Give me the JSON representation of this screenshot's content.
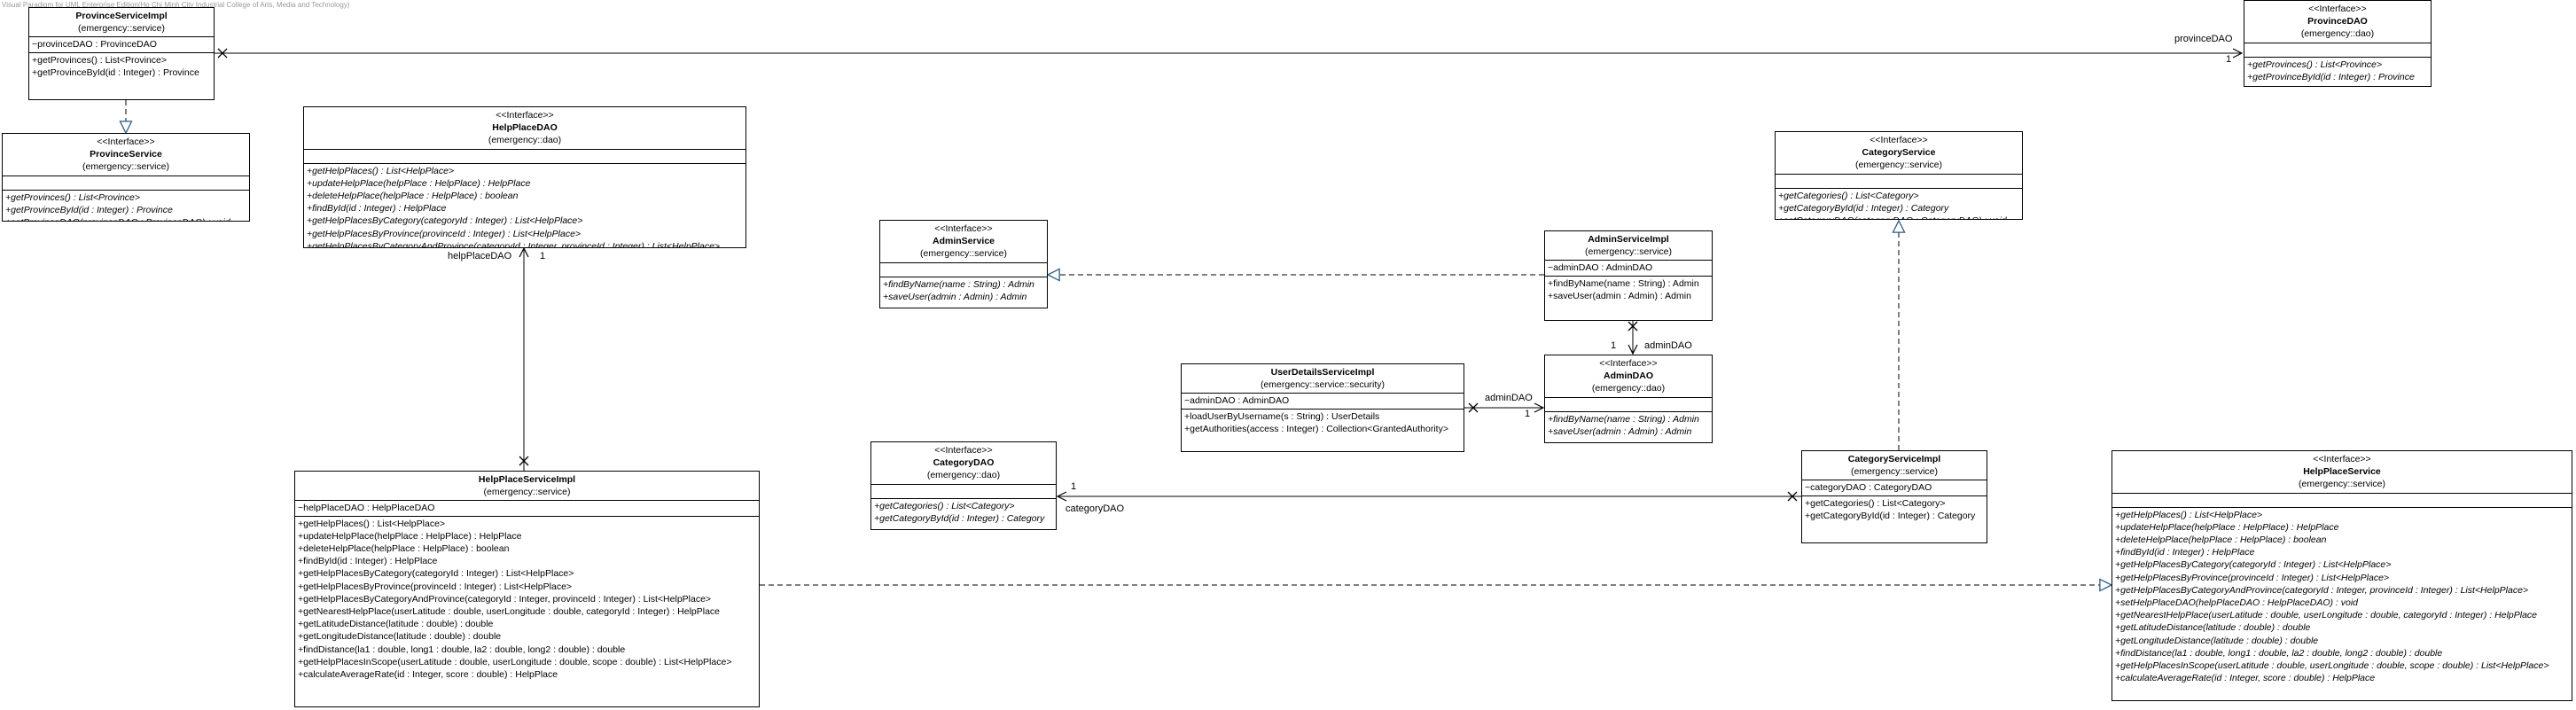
{
  "watermark": "Visual Paradigm for UML Enterprise Edition(Ho Chi Minh City Industrial College of Arts, Media and Technology)",
  "classes": {
    "provinceServiceImpl": {
      "stereotype": "",
      "name": "ProvinceServiceImpl",
      "package": "(emergency::service)",
      "attributes": [
        {
          "text": "~provinceDAO : ProvinceDAO"
        }
      ],
      "operations": [
        {
          "text": "+getProvinces() : List<Province>"
        },
        {
          "text": "+getProvinceById(id : Integer) : Province"
        }
      ]
    },
    "provinceService": {
      "stereotype": "<<Interface>>",
      "name": "ProvinceService",
      "package": "(emergency::service)",
      "attributes": [],
      "operations": [
        {
          "text": "+getProvinces() : List<Province>",
          "abstract": true
        },
        {
          "text": "+getProvinceById(id : Integer) : Province",
          "abstract": true
        },
        {
          "text": "+setProvinceDAO(provinceDAO : ProvinceDAO) : void",
          "abstract": true
        }
      ]
    },
    "provinceDAO": {
      "stereotype": "<<Interface>>",
      "name": "ProvinceDAO",
      "package": "(emergency::dao)",
      "attributes": [],
      "operations": [
        {
          "text": "+getProvinces() : List<Province>",
          "abstract": true
        },
        {
          "text": "+getProvinceById(id : Integer) : Province",
          "abstract": true
        }
      ]
    },
    "helpPlaceDAO": {
      "stereotype": "<<Interface>>",
      "name": "HelpPlaceDAO",
      "package": "(emergency::dao)",
      "attributes": [],
      "operations": [
        {
          "text": "+getHelpPlaces() : List<HelpPlace>",
          "abstract": true
        },
        {
          "text": "+updateHelpPlace(helpPlace : HelpPlace) : HelpPlace",
          "abstract": true
        },
        {
          "text": "+deleteHelpPlace(helpPlace : HelpPlace) : boolean",
          "abstract": true
        },
        {
          "text": "+findById(id : Integer) : HelpPlace",
          "abstract": true
        },
        {
          "text": "+getHelpPlacesByCategory(categoryId : Integer) : List<HelpPlace>",
          "abstract": true
        },
        {
          "text": "+getHelpPlacesByProvince(provinceId : Integer) : List<HelpPlace>",
          "abstract": true
        },
        {
          "text": "+getHelpPlacesByCategoryAndProvince(categoryId : Integer, provinceId : Integer) : List<HelpPlace>",
          "abstract": true
        }
      ]
    },
    "adminService": {
      "stereotype": "<<Interface>>",
      "name": "AdminService",
      "package": "(emergency::service)",
      "attributes": [],
      "operations": [
        {
          "text": "+findByName(name : String) : Admin",
          "abstract": true
        },
        {
          "text": "+saveUser(admin : Admin) : Admin",
          "abstract": true
        }
      ]
    },
    "adminServiceImpl": {
      "stereotype": "",
      "name": "AdminServiceImpl",
      "package": "(emergency::service)",
      "attributes": [
        {
          "text": "~adminDAO : AdminDAO"
        }
      ],
      "operations": [
        {
          "text": "+findByName(name : String) : Admin"
        },
        {
          "text": "+saveUser(admin : Admin) : Admin"
        }
      ]
    },
    "categoryService": {
      "stereotype": "<<Interface>>",
      "name": "CategoryService",
      "package": "(emergency::service)",
      "attributes": [],
      "operations": [
        {
          "text": "+getCategories() : List<Category>",
          "abstract": true
        },
        {
          "text": "+getCategoryById(id : Integer) : Category",
          "abstract": true
        },
        {
          "text": "+setCategoryDAO(categoryDAO : CategoryDAO) : void",
          "abstract": true
        }
      ]
    },
    "userDetailsServiceImpl": {
      "stereotype": "",
      "name": "UserDetailsServiceImpl",
      "package": "(emergency::service::security)",
      "attributes": [
        {
          "text": "~adminDAO : AdminDAO"
        }
      ],
      "operations": [
        {
          "text": "+loadUserByUsername(s : String) : UserDetails"
        },
        {
          "text": "+getAuthorities(access : Integer) : Collection<GrantedAuthority>"
        }
      ]
    },
    "adminDAO": {
      "stereotype": "<<Interface>>",
      "name": "AdminDAO",
      "package": "(emergency::dao)",
      "attributes": [],
      "operations": [
        {
          "text": "+findByName(name : String) : Admin",
          "abstract": true
        },
        {
          "text": "+saveUser(admin : Admin) : Admin",
          "abstract": true
        }
      ]
    },
    "categoryDAO": {
      "stereotype": "<<Interface>>",
      "name": "CategoryDAO",
      "package": "(emergency::dao)",
      "attributes": [],
      "operations": [
        {
          "text": "+getCategories() : List<Category>",
          "abstract": true
        },
        {
          "text": "+getCategoryById(id : Integer) : Category",
          "abstract": true
        }
      ]
    },
    "categoryServiceImpl": {
      "stereotype": "",
      "name": "CategoryServiceImpl",
      "package": "(emergency::service)",
      "attributes": [
        {
          "text": "~categoryDAO : CategoryDAO"
        }
      ],
      "operations": [
        {
          "text": "+getCategories() : List<Category>"
        },
        {
          "text": "+getCategoryById(id : Integer) : Category"
        }
      ]
    },
    "helpPlaceServiceImpl": {
      "stereotype": "",
      "name": "HelpPlaceServiceImpl",
      "package": "(emergency::service)",
      "attributes": [
        {
          "text": "~helpPlaceDAO : HelpPlaceDAO"
        }
      ],
      "operations": [
        {
          "text": "+getHelpPlaces() : List<HelpPlace>"
        },
        {
          "text": "+updateHelpPlace(helpPlace : HelpPlace) : HelpPlace"
        },
        {
          "text": "+deleteHelpPlace(helpPlace : HelpPlace) : boolean"
        },
        {
          "text": "+findById(id : Integer) : HelpPlace"
        },
        {
          "text": "+getHelpPlacesByCategory(categoryId : Integer) : List<HelpPlace>"
        },
        {
          "text": "+getHelpPlacesByProvince(provinceId : Integer) : List<HelpPlace>"
        },
        {
          "text": "+getHelpPlacesByCategoryAndProvince(categoryId : Integer, provinceId : Integer) : List<HelpPlace>"
        },
        {
          "text": "+getNearestHelpPlace(userLatitude : double, userLongitude : double, categoryId : Integer) : HelpPlace"
        },
        {
          "text": "+getLatitudeDistance(latitude : double) : double"
        },
        {
          "text": "+getLongitudeDistance(latitude : double) : double"
        },
        {
          "text": "+findDistance(la1 : double, long1 : double, la2 : double, long2 : double) : double"
        },
        {
          "text": "+getHelpPlacesInScope(userLatitude : double, userLongitude : double, scope : double) : List<HelpPlace>"
        },
        {
          "text": "+calculateAverageRate(id : Integer, score : double) : HelpPlace"
        }
      ]
    },
    "helpPlaceService": {
      "stereotype": "<<Interface>>",
      "name": "HelpPlaceService",
      "package": "(emergency::service)",
      "attributes": [],
      "operations": [
        {
          "text": "+getHelpPlaces() : List<HelpPlace>",
          "abstract": true
        },
        {
          "text": "+updateHelpPlace(helpPlace : HelpPlace) : HelpPlace",
          "abstract": true
        },
        {
          "text": "+deleteHelpPlace(helpPlace : HelpPlace) : boolean",
          "abstract": true
        },
        {
          "text": "+findById(id : Integer) : HelpPlace",
          "abstract": true
        },
        {
          "text": "+getHelpPlacesByCategory(categoryId : Integer) : List<HelpPlace>",
          "abstract": true
        },
        {
          "text": "+getHelpPlacesByProvince(provinceId : Integer) : List<HelpPlace>",
          "abstract": true
        },
        {
          "text": "+getHelpPlacesByCategoryAndProvince(categoryId : Integer, provinceId : Integer) : List<HelpPlace>",
          "abstract": true
        },
        {
          "text": "+setHelpPlaceDAO(helpPlaceDAO : HelpPlaceDAO) : void",
          "abstract": true
        },
        {
          "text": "+getNearestHelpPlace(userLatitude : double, userLongitude : double, categoryId : Integer) : HelpPlace",
          "abstract": true
        },
        {
          "text": "+getLatitudeDistance(latitude : double) : double",
          "abstract": true
        },
        {
          "text": "+getLongitudeDistance(latitude : double) : double",
          "abstract": true
        },
        {
          "text": "+findDistance(la1 : double, long1 : double, la2 : double, long2 : double) : double",
          "abstract": true
        },
        {
          "text": "+getHelpPlacesInScope(userLatitude : double, userLongitude : double, scope : double) : List<HelpPlace>",
          "abstract": true
        },
        {
          "text": "+calculateAverageRate(id : Integer, score : double) : HelpPlace",
          "abstract": true
        }
      ]
    }
  },
  "relations": {
    "provinceDAO_assoc": {
      "role": "provinceDAO",
      "multiplicity": "1"
    },
    "helpPlaceDAO_assoc": {
      "role": "helpPlaceDAO",
      "multiplicity": "1"
    },
    "adminDAO_assoc_service": {
      "role": "adminDAO",
      "multiplicity": "1"
    },
    "adminDAO_assoc_userdetails": {
      "role": "adminDAO",
      "multiplicity": "1"
    },
    "categoryDAO_assoc": {
      "role": "categoryDAO",
      "multiplicity": "1"
    }
  }
}
